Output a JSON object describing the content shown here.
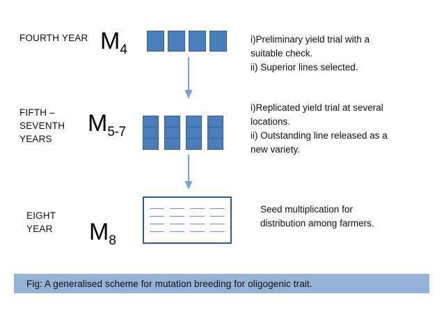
{
  "figure": {
    "caption": "Fig: A generalised scheme for mutation breeding for oligogenic trait."
  },
  "colors": {
    "plot_fill": "#4a7ebb",
    "plot_border": "#385d8a",
    "field_border": "#31588f",
    "field_dash": "#6f96c6",
    "arrow": "#7aa3d0",
    "caption_bar": "#95b3d7",
    "text": "#0d0d0d"
  },
  "stages": [
    {
      "id": "fourth-year",
      "year_label": "FOURTH YEAR",
      "generation": "M",
      "generation_subscript": "4",
      "description": "i)Preliminary yield trial with a\nsuitable check.\nii) Superior lines selected.",
      "plots": {
        "type": "single-cell-columns",
        "columns": 4,
        "cells_per_column": 1
      }
    },
    {
      "id": "fifth-seventh-years",
      "year_label": "FIFTH –\nSEVENTH\nYEARS",
      "generation": "M",
      "generation_subscript": "5-7",
      "description": "i)Replicated yield trial at several\n     locations.\nii) Outstanding line released as a\n     new variety.",
      "plots": {
        "type": "segmented-columns",
        "columns": 4,
        "cells_per_column": 3
      }
    },
    {
      "id": "eight-year",
      "year_label": "EIGHT\nYEAR",
      "generation": "M",
      "generation_subscript": "8",
      "description": "Seed multiplication for\ndistribution among farmers.",
      "plots": {
        "type": "seed-field",
        "rows": 4,
        "dashes_per_row": 4
      }
    }
  ],
  "arrows": [
    {
      "id": "arrow-m4-to-m57",
      "direction": "down"
    },
    {
      "id": "arrow-m57-to-m8",
      "direction": "down"
    }
  ]
}
